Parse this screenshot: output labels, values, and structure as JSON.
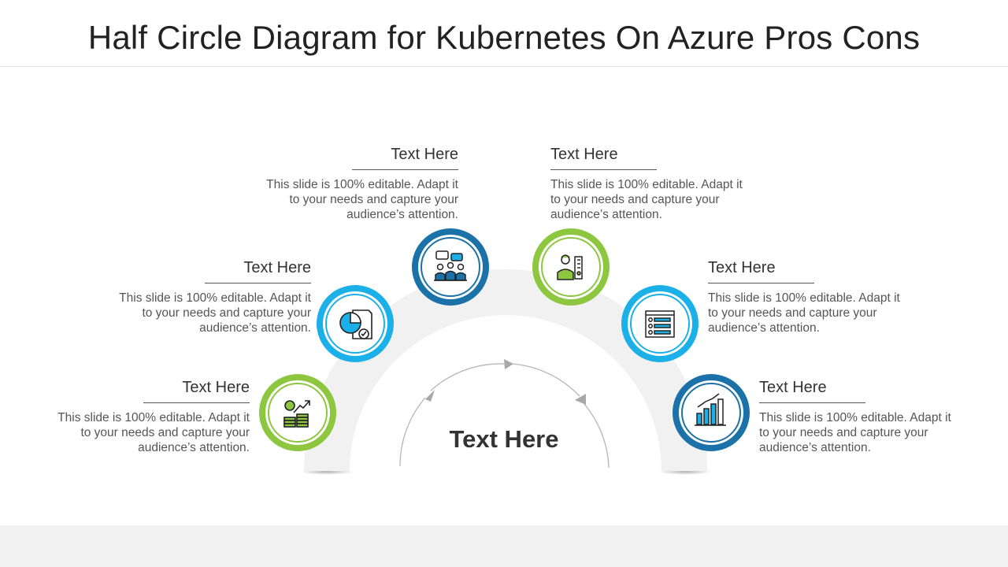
{
  "title": "Half Circle Diagram for Kubernetes On Azure Pros Cons",
  "center_label": "Text Here",
  "colors": {
    "green": "#8dc63f",
    "cyan": "#1cb0e8",
    "navy": "#1a72a8",
    "arc": "#f1f1f1"
  },
  "items": [
    {
      "heading": "Text Here",
      "body": "This slide is 100%  editable. Adapt it to your needs and capture your audience’s attention.",
      "icon": "money-growth-icon",
      "ring": "green"
    },
    {
      "heading": "Text Here",
      "body": "This slide is 100%  editable. Adapt it to your needs and capture your audience’s attention.",
      "icon": "pie-chart-document-icon",
      "ring": "cyan"
    },
    {
      "heading": "Text Here",
      "body": "This slide is 100%  editable. Adapt it to your needs and capture your audience’s attention.",
      "icon": "team-meeting-icon",
      "ring": "navy"
    },
    {
      "heading": "Text Here",
      "body": "This slide is 100%  editable. Adapt it to your needs and capture your audience’s attention.",
      "icon": "presenter-icon",
      "ring": "green"
    },
    {
      "heading": "Text Here",
      "body": "This slide is 100%  editable. Adapt it to your needs and capture your audience’s attention.",
      "icon": "user-list-icon",
      "ring": "cyan"
    },
    {
      "heading": "Text Here",
      "body": "This slide is 100%  editable. Adapt it to your needs and capture your audience’s attention.",
      "icon": "bar-chart-icon",
      "ring": "navy"
    }
  ]
}
